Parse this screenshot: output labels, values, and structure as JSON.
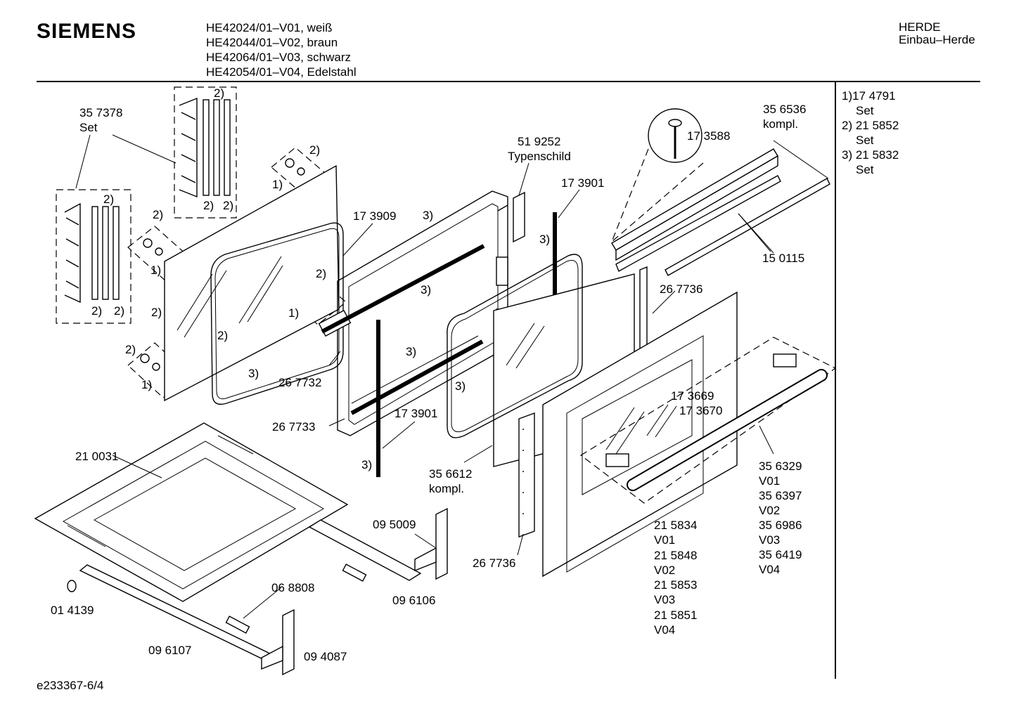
{
  "header": {
    "brand": "SIEMENS",
    "models": [
      "HE42024/01–V01, weiß",
      "HE42044/01–V02, braun",
      "HE42064/01–V03, schwarz",
      "HE42054/01–V04, Edelstahl"
    ],
    "category_line1": "HERDE",
    "category_line2": "Einbau–Herde"
  },
  "sets": [
    {
      "number": "1)17 4791",
      "label": "Set"
    },
    {
      "number": "2) 21 5852",
      "label": "Set"
    },
    {
      "number": "3) 21 5832",
      "label": "Set"
    }
  ],
  "parts": [
    {
      "id": "p357378",
      "lines": [
        "35 7378",
        "Set"
      ]
    },
    {
      "id": "p519252",
      "lines": [
        "51 9252",
        "Typenschild"
      ]
    },
    {
      "id": "p173901a",
      "lines": [
        "17 3901"
      ]
    },
    {
      "id": "p173588",
      "lines": [
        "17 3588"
      ]
    },
    {
      "id": "p356536",
      "lines": [
        "35 6536",
        "kompl."
      ]
    },
    {
      "id": "p150115",
      "lines": [
        "15 0115"
      ]
    },
    {
      "id": "p173909",
      "lines": [
        "17 3909"
      ]
    },
    {
      "id": "p267736a",
      "lines": [
        "26 7736"
      ]
    },
    {
      "id": "p267732",
      "lines": [
        "26 7732"
      ]
    },
    {
      "id": "p173669",
      "lines": [
        "17 3669"
      ]
    },
    {
      "id": "p173670",
      "lines": [
        "17 3670"
      ]
    },
    {
      "id": "p267733",
      "lines": [
        "26 7733"
      ]
    },
    {
      "id": "p173901b",
      "lines": [
        "17 3901"
      ]
    },
    {
      "id": "p210031",
      "lines": [
        "21 0031"
      ]
    },
    {
      "id": "p356612",
      "lines": [
        "35 6612",
        "kompl."
      ]
    },
    {
      "id": "p356329",
      "lines": [
        "35 6329",
        "V01",
        "35 6397",
        "V02",
        "35 6986",
        "V03",
        "35 6419",
        "V04"
      ]
    },
    {
      "id": "p215834",
      "lines": [
        "21 5834",
        "V01",
        "21 5848",
        "V02",
        "21 5853",
        "V03",
        "21 5851",
        "V04"
      ]
    },
    {
      "id": "p095009",
      "lines": [
        "09 5009"
      ]
    },
    {
      "id": "p267736b",
      "lines": [
        "26 7736"
      ]
    },
    {
      "id": "p068808",
      "lines": [
        "06 8808"
      ]
    },
    {
      "id": "p096106",
      "lines": [
        "09 6106"
      ]
    },
    {
      "id": "p014139",
      "lines": [
        "01 4139"
      ]
    },
    {
      "id": "p096107",
      "lines": [
        "09 6107"
      ]
    },
    {
      "id": "p094087",
      "lines": [
        "09 4087"
      ]
    }
  ],
  "callouts": {
    "one": "1)",
    "two": "2)",
    "three": "3)"
  },
  "footer": {
    "drawing_id": "e233367-6/4"
  }
}
